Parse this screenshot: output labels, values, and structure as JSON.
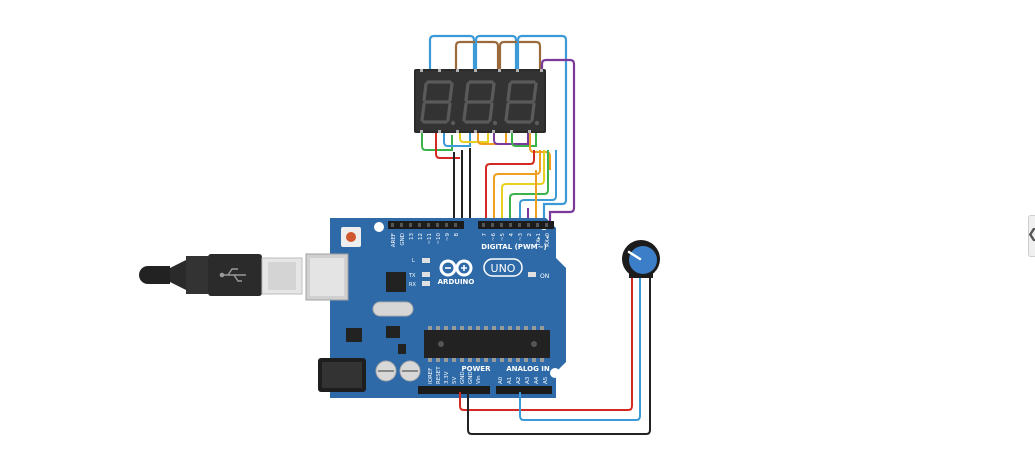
{
  "board": {
    "logo_text": "ARDUINO",
    "model": "UNO",
    "digital_label": "DIGITAL (PWM~)",
    "power_label": "POWER",
    "analog_label": "ANALOG IN",
    "on_label": "ON",
    "led_l": "L",
    "led_tx": "TX",
    "led_rx": "RX",
    "digital_pins": [
      "AREF",
      "GND",
      "13",
      "12",
      "~11",
      "~10",
      "~9",
      "8",
      "7",
      "~6",
      "~5",
      "4",
      "~3",
      "2",
      "TX▸1",
      "RX◂0"
    ],
    "power_pins": [
      "IOREF",
      "RESET",
      "3.3V",
      "5V",
      "GND",
      "GND",
      "Vin"
    ],
    "analog_pins": [
      "A0",
      "A1",
      "A2",
      "A3",
      "A4",
      "A5"
    ]
  },
  "display": {
    "digits": [
      "8.",
      "8.",
      "8."
    ]
  },
  "colors": {
    "board": "#2e6aa8",
    "wire_blue": "#3c9ad6",
    "wire_brown": "#9a6a3a",
    "wire_purple": "#7a3a9a",
    "wire_orange": "#f0a020",
    "wire_yellow": "#e8d020",
    "wire_green": "#3cb34a",
    "wire_red": "#d22a20",
    "wire_black": "#222222",
    "pot_knob": "#3c7ec8"
  },
  "sidebar": {
    "toggle_icon": "chevron-left-icon",
    "toggle_glyph": "❮"
  }
}
